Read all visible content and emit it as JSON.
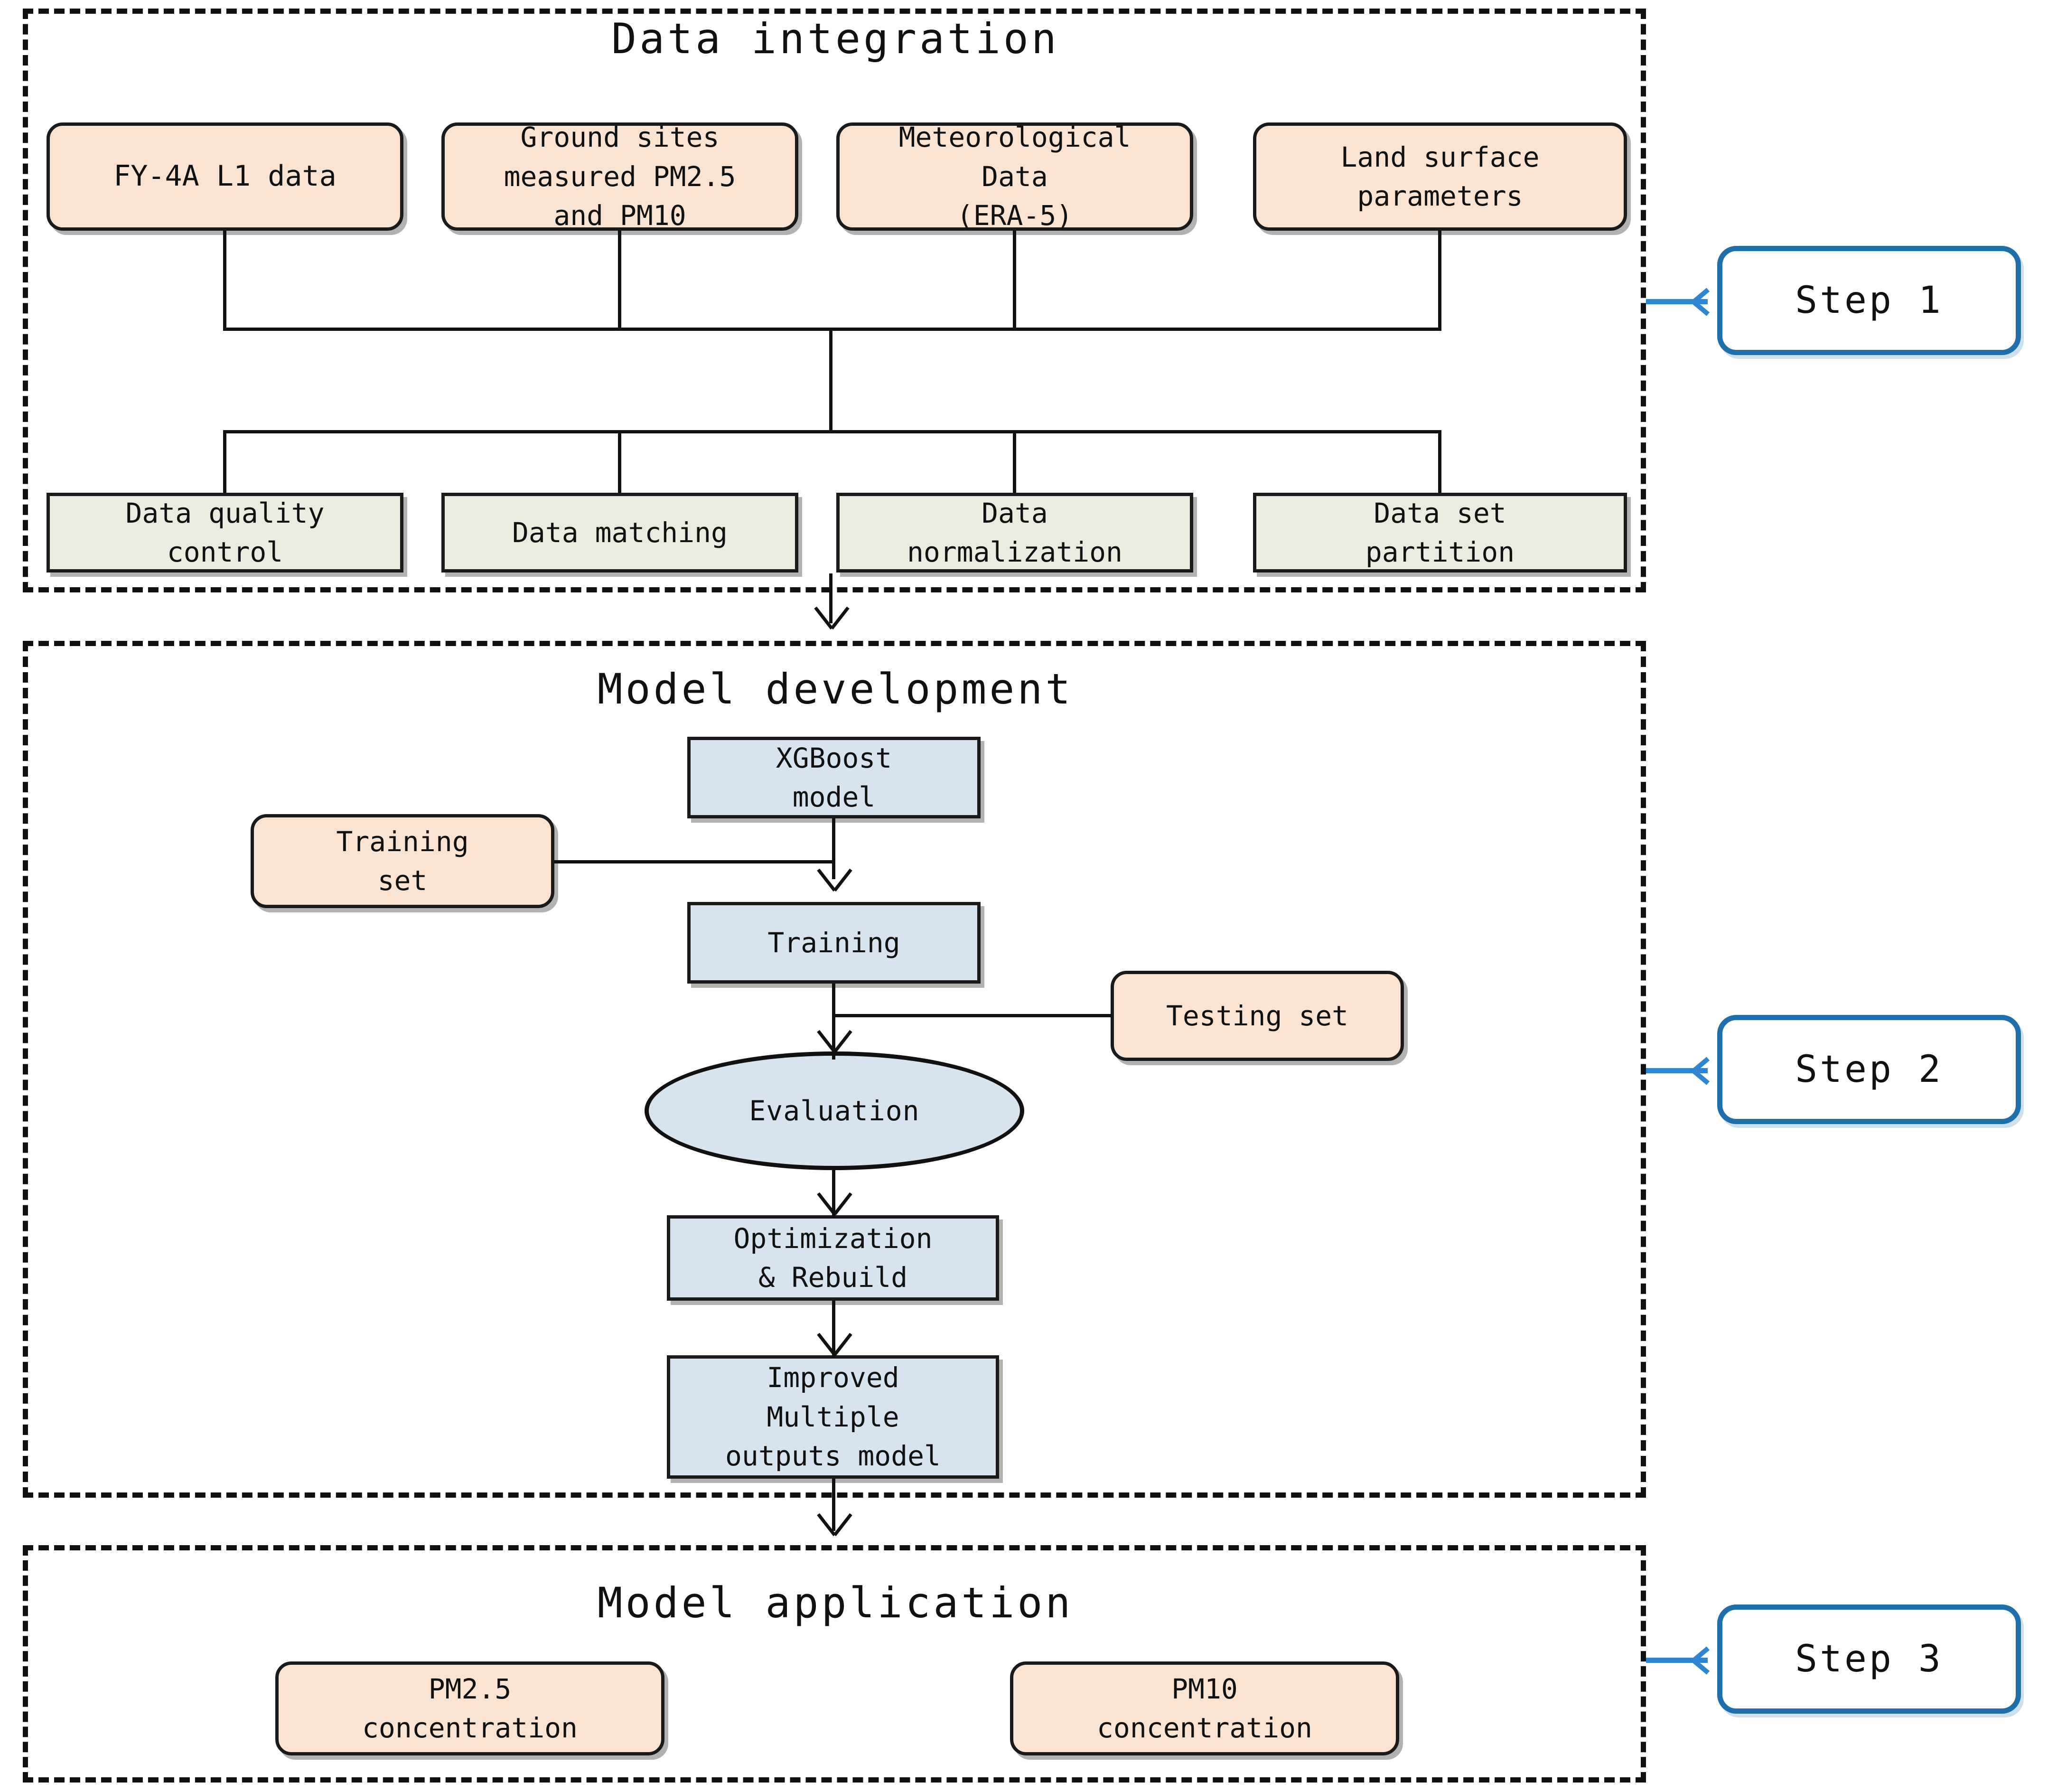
{
  "diagram": {
    "title_step1": "Data integration",
    "title_step2": "Model development",
    "title_step3": "Model application"
  },
  "steps": [
    {
      "label": "Step 1"
    },
    {
      "label": "Step 2"
    },
    {
      "label": "Step 3"
    }
  ],
  "step1": {
    "inputs": [
      {
        "label": "FY-4A L1 data"
      },
      {
        "label": "Ground sites\nmeasured PM2.5\nand PM10"
      },
      {
        "label": "Meteorological\nData\n(ERA-5)"
      },
      {
        "label": "Land surface\nparameters"
      }
    ],
    "processes": [
      {
        "label": "Data quality\ncontrol"
      },
      {
        "label": "Data matching"
      },
      {
        "label": "Data\nnormalization"
      },
      {
        "label": "Data set\npartition"
      }
    ]
  },
  "step2": {
    "model_box": {
      "label": "XGBoost\nmodel"
    },
    "training_set": {
      "label": "Training\nset"
    },
    "training": {
      "label": "Training"
    },
    "testing_set": {
      "label": "Testing set"
    },
    "evaluation": {
      "label": "Evaluation"
    },
    "optimization": {
      "label": "Optimization\n& Rebuild"
    },
    "improved_model": {
      "label": "Improved\nMultiple\noutputs model"
    }
  },
  "step3": {
    "outputs": [
      {
        "label": "PM2.5\nconcentration"
      },
      {
        "label": "PM10\nconcentration"
      }
    ]
  },
  "colors": {
    "input_fill": "#fae3d0",
    "process_fill": "#ecebe0",
    "model_fill": "#d7e3ef",
    "step_accent": "#1f6fab",
    "arrow_accent": "#2e86d0",
    "stroke": "#111111"
  }
}
